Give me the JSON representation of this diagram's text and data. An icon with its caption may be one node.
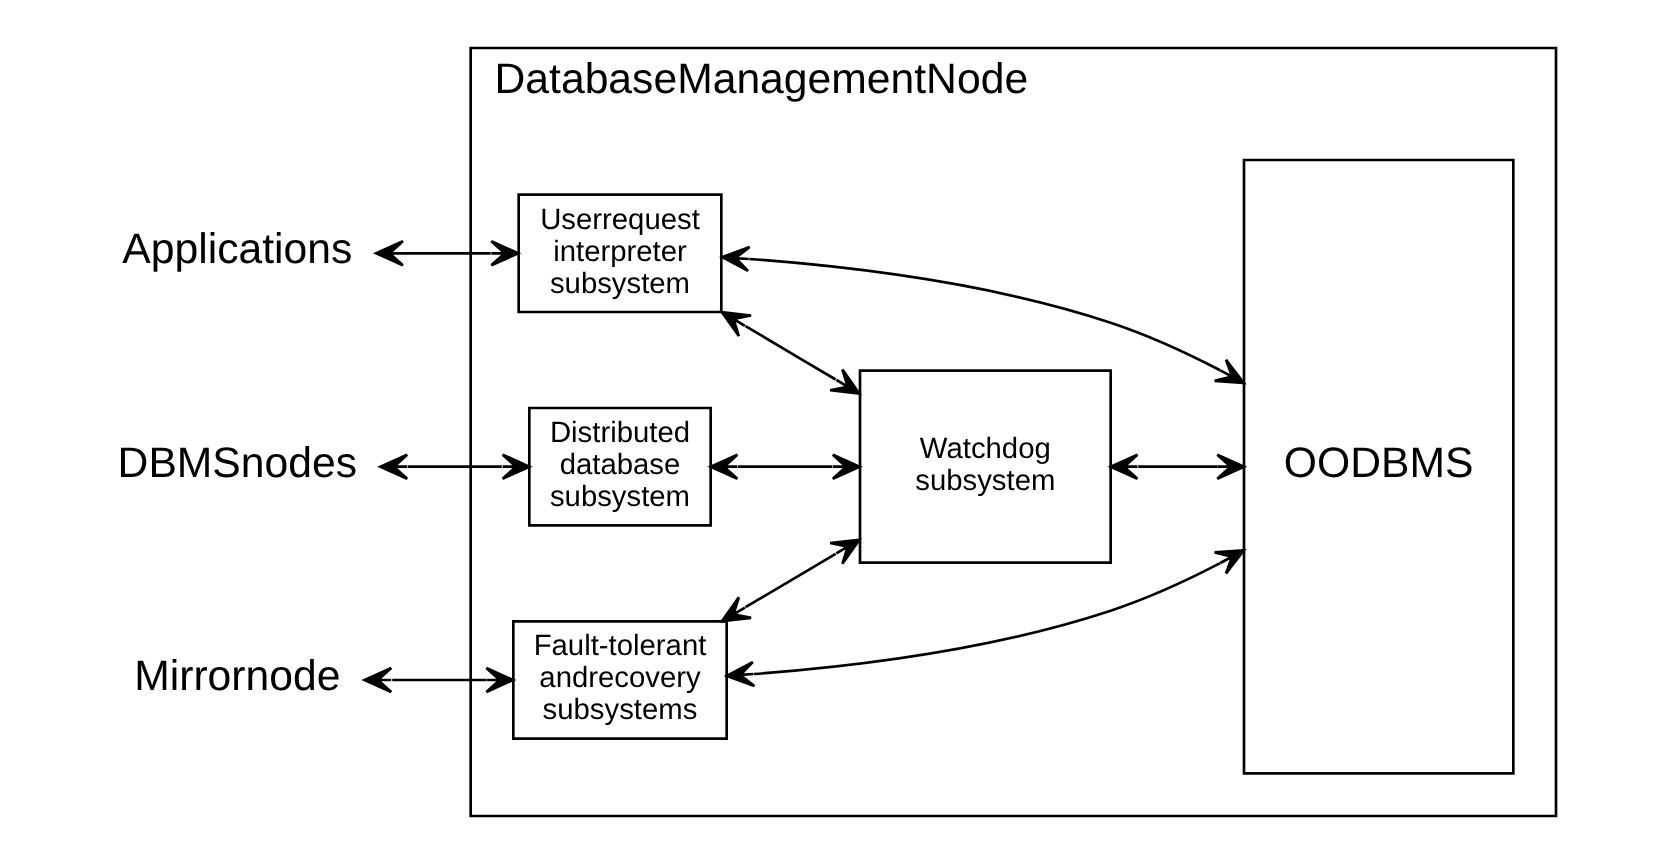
{
  "diagram": {
    "nodes": [
      {
        "text": [
          "DatabaseManagementNode"
        ]
      },
      {
        "text": [
          "Applications"
        ]
      },
      {
        "text": [
          "DBMSnodes"
        ]
      },
      {
        "text": [
          "Mirrornode"
        ]
      },
      {
        "text": [
          "Userrequest interpreter subsystem"
        ],
        "in": 0
      },
      {
        "text": [
          "Distributed database subsystem"
        ],
        "in": 0
      },
      {
        "text": [
          "Fault-tolerant andrecovery subsystems"
        ],
        "in": 0
      },
      {
        "text": [
          "Watchdog subsystem"
        ],
        "in": 0
      },
      {
        "text": [
          "OODBMS"
        ],
        "in": 0
      }
    ],
    "edges": [
      {
        "from": 1,
        "to": 4,
        "arrow": "both"
      },
      {
        "from": 2,
        "to": 5,
        "arrow": "both"
      },
      {
        "from": 3,
        "to": 6,
        "arrow": "both"
      },
      {
        "from": 4,
        "to": 8,
        "arrow": "both"
      },
      {
        "from": 4,
        "to": 7,
        "arrow": "both"
      },
      {
        "from": 5,
        "to": 7,
        "arrow": "both"
      },
      {
        "from": 6,
        "to": 7,
        "arrow": "both"
      },
      {
        "from": 7,
        "to": 8,
        "arrow": "both"
      },
      {
        "from": 6,
        "to": 8,
        "arrow": "both"
      }
    ]
  }
}
